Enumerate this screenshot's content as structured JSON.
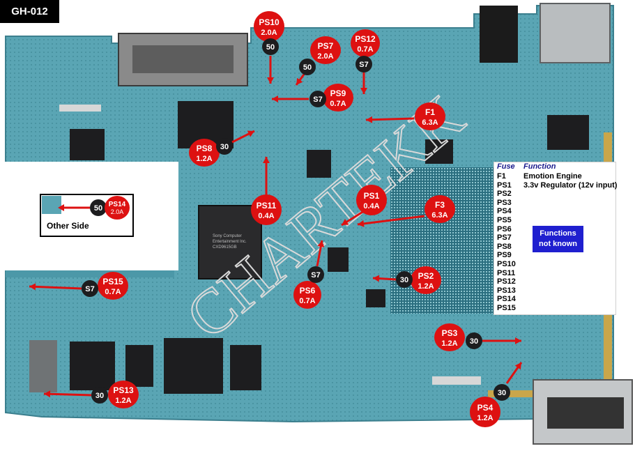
{
  "model": "GH-012",
  "watermark": "CHARTEKK",
  "colors": {
    "board": "#5aa5b4",
    "callout": "#dd1111",
    "chip": "#1d1d1f",
    "arrow": "#dd1111",
    "legend_header": "#1a1a8c",
    "unknown_box": "#1f1fcf"
  },
  "callouts": [
    {
      "id": "ps10",
      "name": "PS10",
      "rating": "2.0A",
      "chip": "50"
    },
    {
      "id": "ps7",
      "name": "PS7",
      "rating": "2.0A",
      "chip": "50"
    },
    {
      "id": "ps12",
      "name": "PS12",
      "rating": "0.7A",
      "chip": "S7"
    },
    {
      "id": "ps9",
      "name": "PS9",
      "rating": "0.7A",
      "chip": "S7"
    },
    {
      "id": "f1",
      "name": "F1",
      "rating": "6.3A",
      "chip": ""
    },
    {
      "id": "ps8",
      "name": "PS8",
      "rating": "1.2A",
      "chip": "30"
    },
    {
      "id": "ps1",
      "name": "PS1",
      "rating": "0.4A",
      "chip": ""
    },
    {
      "id": "f3",
      "name": "F3",
      "rating": "6.3A",
      "chip": ""
    },
    {
      "id": "ps11",
      "name": "PS11",
      "rating": "0.4A",
      "chip": ""
    },
    {
      "id": "ps6",
      "name": "PS6",
      "rating": "0.7A",
      "chip": "S7"
    },
    {
      "id": "ps2",
      "name": "PS2",
      "rating": "1.2A",
      "chip": "30"
    },
    {
      "id": "ps15",
      "name": "PS15",
      "rating": "0.7A",
      "chip": "S7"
    },
    {
      "id": "ps3",
      "name": "PS3",
      "rating": "1.2A",
      "chip": "30"
    },
    {
      "id": "ps13",
      "name": "PS13",
      "rating": "1.2A",
      "chip": "30"
    },
    {
      "id": "ps4",
      "name": "PS4",
      "rating": "1.2A",
      "chip": "30"
    }
  ],
  "inset": {
    "label": "Other Side",
    "name": "PS14",
    "rating": "2.0A",
    "chip": "50"
  },
  "legend": {
    "fuse_header": "Fuse",
    "function_header": "Function",
    "rows": [
      {
        "fuse": "F1",
        "function": "Emotion Engine"
      },
      {
        "fuse": "PS1",
        "function": "3.3v Regulator (12v input)"
      },
      {
        "fuse": "PS2",
        "function": ""
      },
      {
        "fuse": "PS3",
        "function": ""
      },
      {
        "fuse": "PS4",
        "function": ""
      },
      {
        "fuse": "PS5",
        "function": ""
      },
      {
        "fuse": "PS6",
        "function": ""
      },
      {
        "fuse": "PS7",
        "function": ""
      },
      {
        "fuse": "PS8",
        "function": ""
      },
      {
        "fuse": "PS9",
        "function": ""
      },
      {
        "fuse": "PS10",
        "function": ""
      },
      {
        "fuse": "PS11",
        "function": ""
      },
      {
        "fuse": "PS12",
        "function": ""
      },
      {
        "fuse": "PS13",
        "function": ""
      },
      {
        "fuse": "PS14",
        "function": ""
      },
      {
        "fuse": "PS15",
        "function": ""
      }
    ],
    "unknown_note_line1": "Functions",
    "unknown_note_line2": "not known"
  },
  "chip_markings": {
    "line1": "Sony Computer",
    "line2": "Entertainment Inc.",
    "line3": "CXD9615GB"
  }
}
